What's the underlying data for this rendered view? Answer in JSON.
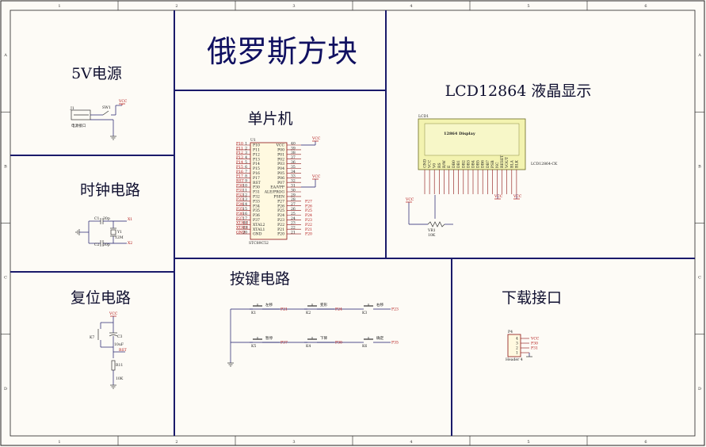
{
  "title": "俄罗斯方块",
  "sections": {
    "power": {
      "title": "5V电源",
      "refs": [
        "J1",
        "SW1",
        "VCC"
      ],
      "connector_label": "电源接口"
    },
    "clock": {
      "title": "时钟电路",
      "c1": "C1",
      "c1_val": "30p",
      "c2": "C2",
      "c2_val": "30p",
      "crystal": "Y1",
      "crystal_val": "12M",
      "x1": "X1",
      "x2": "X2"
    },
    "reset": {
      "title": "复位电路",
      "vcc": "VCC",
      "key": "K7",
      "cap": "C3",
      "cap_val": "10uF",
      "rst": "RST",
      "res": "R11",
      "res_val": "10K"
    },
    "mcu": {
      "title": "单片机",
      "ref": "U1",
      "part": "STC89C52",
      "vcc": "VCC",
      "left_pins": [
        "P10",
        "P11",
        "P12",
        "P13",
        "P14",
        "P15",
        "P16",
        "P17",
        "RST",
        "P30",
        "P31",
        "P32",
        "P33",
        "P34",
        "P35",
        "P36",
        "P37",
        "XTAL2",
        "XTAL1",
        "GND"
      ],
      "left_nums": [
        "1",
        "2",
        "3",
        "4",
        "5",
        "6",
        "7",
        "8",
        "9",
        "10",
        "11",
        "12",
        "13",
        "14",
        "15",
        "16",
        "17",
        "18",
        "19",
        "20"
      ],
      "right_pins": [
        "VCC",
        "P00",
        "P01",
        "P02",
        "P03",
        "P04",
        "P05",
        "P06",
        "P07",
        "EA/VPP",
        "ALE/PROG",
        "PSEN",
        "P27",
        "P26",
        "P25",
        "P24",
        "P23",
        "P22",
        "P21",
        "P20"
      ],
      "right_nums": [
        "40",
        "39",
        "38",
        "37",
        "36",
        "35",
        "34",
        "33",
        "32",
        "31",
        "30",
        "29",
        "28",
        "27",
        "26",
        "25",
        "24",
        "23",
        "22",
        "21"
      ]
    },
    "lcd": {
      "title": "LCD12864  液晶显示",
      "ref": "LCD1",
      "display": "12864 Display",
      "part": "LCD12864-CK",
      "pins": [
        "GND",
        "VCC",
        "V0",
        "RS",
        "R/W",
        "E",
        "DB0",
        "DB1",
        "DB2",
        "DB3",
        "DB4",
        "DB5",
        "DB6",
        "DB7",
        "PSB",
        "NC",
        "RESET",
        "VOUT",
        "BLA",
        "BLK"
      ],
      "vr": "VR1",
      "vr_val": "10K",
      "vcc": "VCC"
    },
    "keys": {
      "title": "按键电路",
      "items": [
        {
          "ref": "K1",
          "label": "左移",
          "net": "P21"
        },
        {
          "ref": "K2",
          "label": "变形",
          "net": "P24"
        },
        {
          "ref": "K3",
          "label": "右移",
          "net": "P23"
        },
        {
          "ref": "K5",
          "label": "暂停",
          "net": "P37"
        },
        {
          "ref": "K4",
          "label": "下降",
          "net": "P30"
        },
        {
          "ref": "K6",
          "label": "确定",
          "net": "P35"
        }
      ]
    },
    "download": {
      "title": "下载接口",
      "ref": "P4",
      "part": "Header 4",
      "pins": [
        "4",
        "3",
        "2",
        "1"
      ],
      "nets": [
        "VCC",
        "P30",
        "P31",
        ""
      ]
    }
  },
  "ruler": {
    "cols": [
      "1",
      "2",
      "3",
      "4",
      "5",
      "6"
    ],
    "rows": [
      "A",
      "B",
      "C",
      "D"
    ]
  }
}
